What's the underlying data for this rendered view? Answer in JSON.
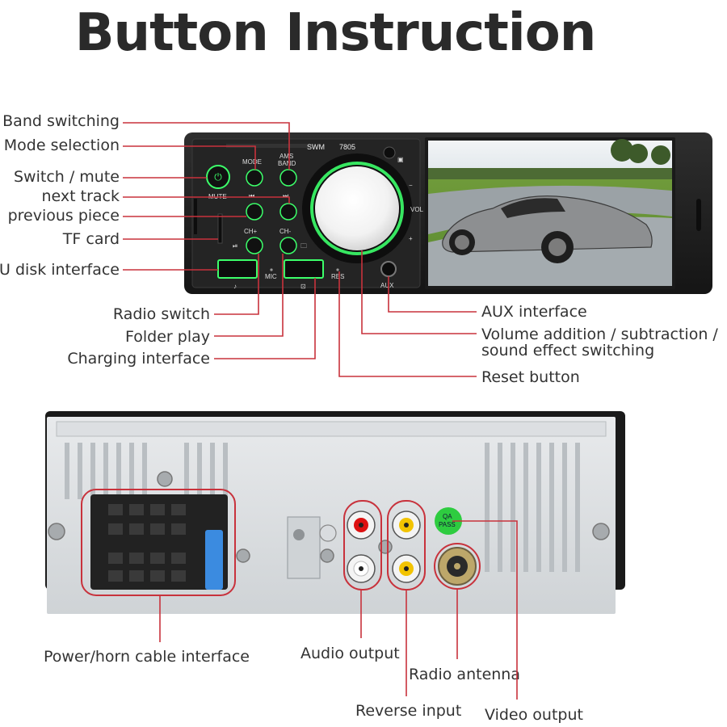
{
  "title": "Button Instruction",
  "front_panel": {
    "model_text": "SWM",
    "model_number": "7805",
    "buttons": {
      "mode": "MODE",
      "ams_band": "AMS\nBAND",
      "mute": "MUTE",
      "prev": "⏮",
      "next": "⏭",
      "ch_plus": "CH+",
      "ch_minus": "CH-",
      "play_pause": "⏯",
      "folder": "🗀",
      "mic": "MIC",
      "res": "RES",
      "aux": "AUX",
      "vol": "VOL",
      "vol_minus": "−",
      "vol_plus": "+"
    },
    "labels_left": [
      "Band switching",
      "Mode selection",
      "Switch / mute",
      "next track",
      "previous piece",
      "TF card",
      "U disk interface"
    ],
    "labels_bottom_left": [
      "Radio switch",
      "Folder play",
      "Charging interface"
    ],
    "labels_right": [
      "AUX interface",
      "Volume addition / subtraction /",
      "sound effect switching",
      "Reset button"
    ]
  },
  "rear_panel": {
    "sticker_text": "QA\nPASS",
    "labels": [
      "Power/horn cable interface",
      "Audio output",
      "Radio antenna",
      "Reverse input",
      "Video output"
    ]
  },
  "colors": {
    "leader_line": "#c8323c",
    "panel": "#1f1f1f",
    "glow": "#3cff6a",
    "sticker": "#2ecc40"
  }
}
